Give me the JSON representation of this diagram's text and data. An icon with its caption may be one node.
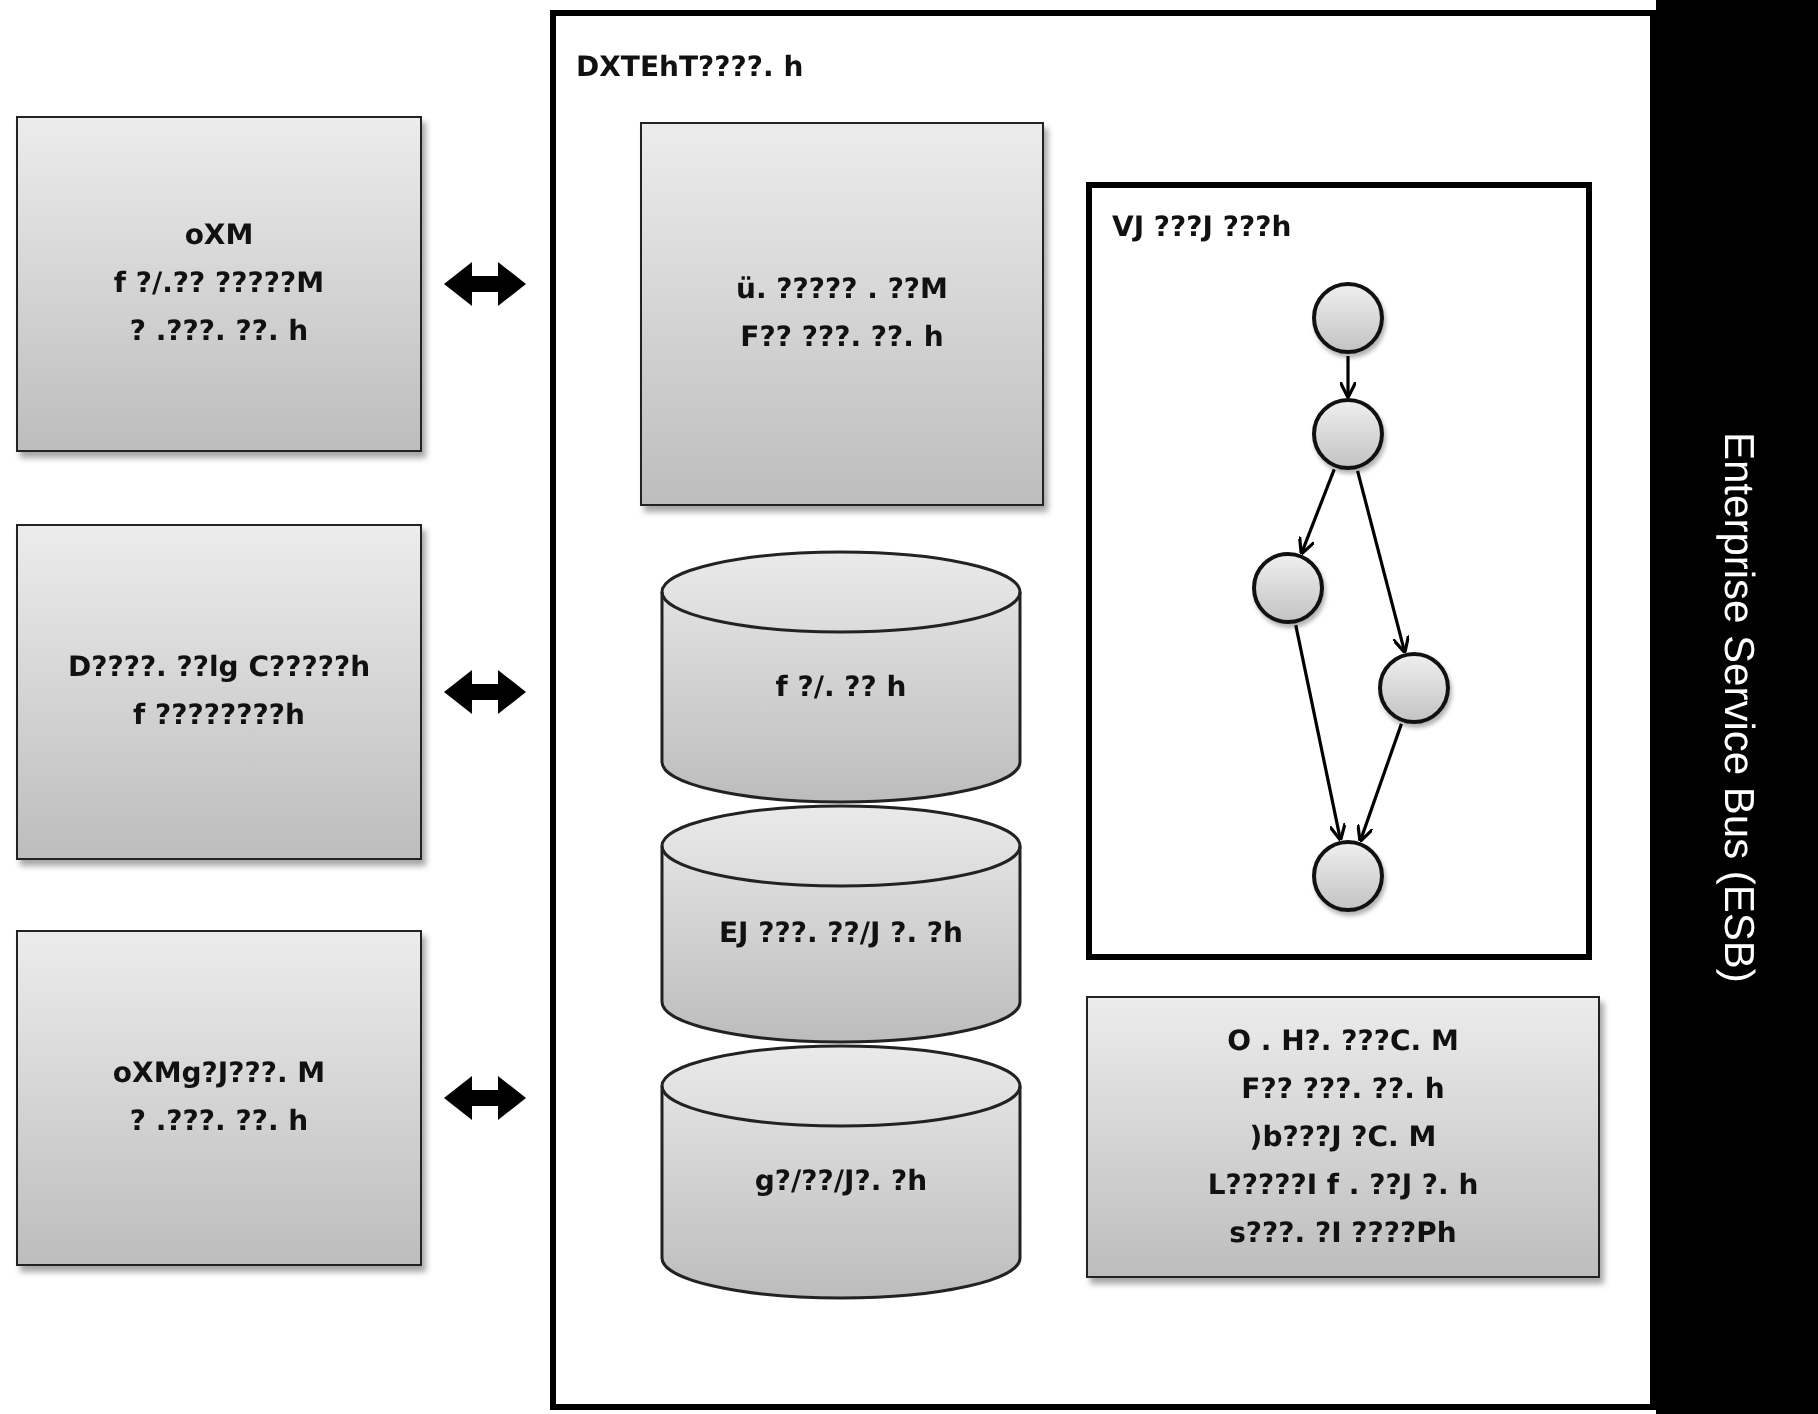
{
  "diagram": {
    "nodes": [
      {
        "text": [
          "oXM",
          "f ?/.?? ?????M",
          "? .???. ??. h"
        ]
      },
      {
        "text": [
          "D????. ??lg C?????h",
          "f ????????h"
        ]
      },
      {
        "text": [
          "oXMg?J???. M",
          "? .???. ??. h"
        ]
      },
      {
        "text": [
          "DXTEhT????. h"
        ]
      },
      {
        "text": [
          "ü. ????? . ??M",
          "F?? ???. ??. h"
        ],
        "in": 3
      },
      {
        "text": [
          "f ?/. ?? h"
        ],
        "in": 3
      },
      {
        "text": [
          "EJ ???. ??/J ?. ?h"
        ],
        "in": 3
      },
      {
        "text": [
          "g?/??/J?. ?h"
        ],
        "in": 3
      },
      {
        "text": [
          "VJ ???J ???h"
        ],
        "in": 3
      },
      {
        "text": [],
        "shape": "circle",
        "in": 8
      },
      {
        "text": [],
        "shape": "circle",
        "in": 8
      },
      {
        "text": [],
        "shape": "circle",
        "in": 8
      },
      {
        "text": [],
        "shape": "circle",
        "in": 8
      },
      {
        "text": [],
        "shape": "circle",
        "in": 8
      },
      {
        "text": [
          "O . H?. ???C. M",
          "F?? ???. ??. h",
          ")b???J ?C. M",
          "L?????I f . ??J ?. h",
          "s???. ?I ????Ph"
        ],
        "in": 3
      },
      {
        "text": [
          "Enterprise Service Bus (ESB)"
        ]
      }
    ],
    "edges": [
      {
        "from": 0,
        "to": 3,
        "arrow": "both",
        "style": "thick"
      },
      {
        "from": 1,
        "to": 3,
        "arrow": "both",
        "style": "thick"
      },
      {
        "from": 2,
        "to": 3,
        "arrow": "both",
        "style": "thick"
      },
      {
        "from": 9,
        "to": 10,
        "arrow": "to"
      },
      {
        "from": 10,
        "to": 11,
        "arrow": "to"
      },
      {
        "from": 10,
        "to": 12,
        "arrow": "to"
      },
      {
        "from": 11,
        "to": 13,
        "arrow": "to"
      },
      {
        "from": 12,
        "to": 13,
        "arrow": "to"
      }
    ]
  }
}
